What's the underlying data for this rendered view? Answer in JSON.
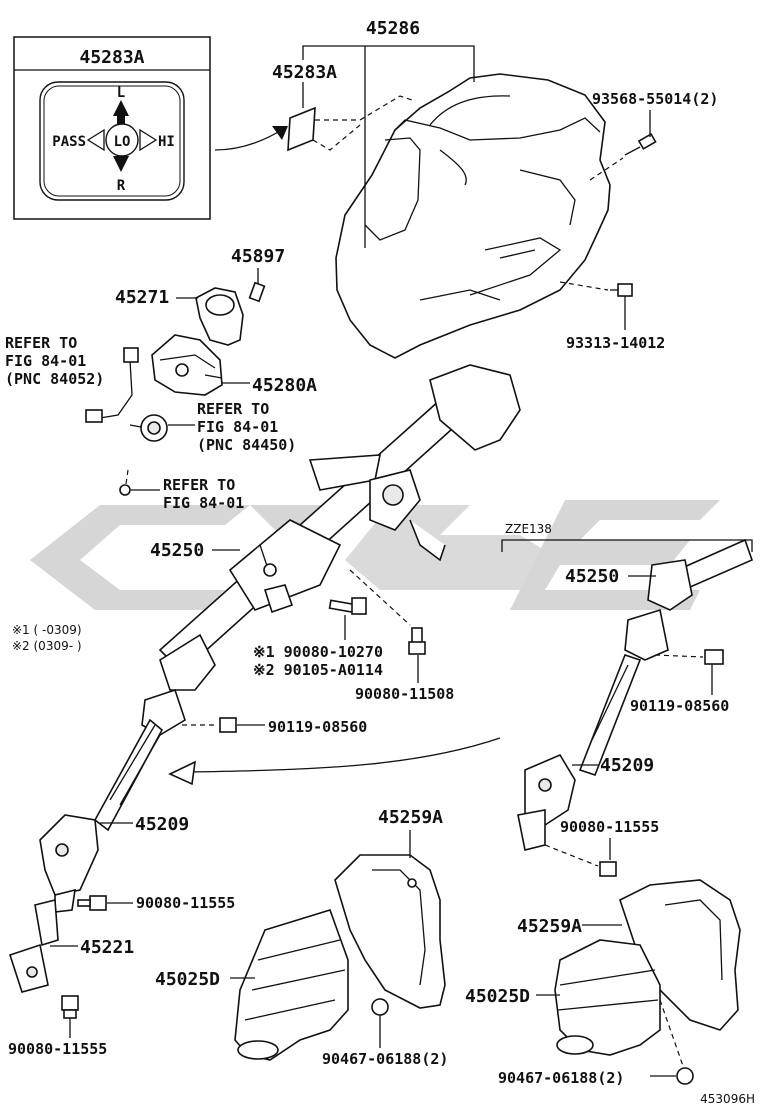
{
  "watermark": "",
  "inset": {
    "title": "45283A",
    "up": "L",
    "down": "R",
    "left": "PASS",
    "center": "LO",
    "right": "HI"
  },
  "labels": {
    "p45286": "45286",
    "p45283A": "45283A",
    "p93568": "93568-55014(2)",
    "p93313": "93313-14012",
    "p45897": "45897",
    "p45271": "45271",
    "p45280A": "45280A",
    "ref1_l1": "REFER TO",
    "ref1_l2": "FIG 84-01",
    "ref1_l3": "(PNC 84052)",
    "ref2_l1": "REFER TO",
    "ref2_l2": "FIG 84-01",
    "ref2_l3": "(PNC 84450)",
    "ref3_l1": "REFER TO",
    "ref3_l2": "FIG 84-01",
    "p45250_left": "45250",
    "zze_label": "ZZE138",
    "p45250_right": "45250",
    "note1": "※1 (      -0309)",
    "note2": "※2 (0309-      )",
    "bolt1": "※1 90080-10270",
    "bolt2": "※2 90105-A0114",
    "p90080_11508": "90080-11508",
    "p90119_left": "90119-08560",
    "p90119_right": "90119-08560",
    "p45209_left": "45209",
    "p45209_right": "45209",
    "p90080_11555_mid": "90080-11555",
    "p90080_11555_right": "90080-11555",
    "p45221": "45221",
    "p45025D_left": "45025D",
    "p45025D_right": "45025D",
    "p90080_11555_bottom": "90080-11555",
    "p45259A_left": "45259A",
    "p45259A_right": "45259A",
    "p90467_left": "90467-06188(2)",
    "p90467_right": "90467-06188(2)",
    "diagram_id": "453096H"
  }
}
